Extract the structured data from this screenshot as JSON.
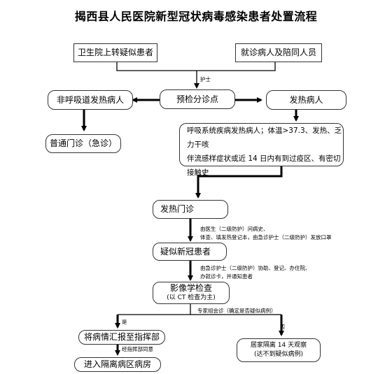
{
  "title": "揭西县人民医院新型冠状病毒感染患者处置流程",
  "nodes": {
    "health_center": "卫生院上转疑似患者",
    "visitors": "就诊病人及陪同人员",
    "triage": "预检分诊点",
    "non_resp_fever": "非呼吸道发热病人",
    "fever": "发热病人",
    "general_clinic": "普通门诊（急诊）",
    "criteria_line1": "呼吸系统疾病发热病人；体温>37.3、发热、乏力干咳",
    "criteria_line2": "伴流感样症状或近 14 日内有到过疫区、有密切接触史",
    "fever_clinic": "发热门诊",
    "suspected": "疑似新冠患者",
    "imaging": "影像学检查",
    "imaging_sub": "(以 CT 检查为主)",
    "report": "将病情汇报至指挥部",
    "isolation_ward": "进入隔离病区病房",
    "home_isolation_line1": "居家隔离 14 天观察",
    "home_isolation_line2": "(达不到疑似病例)"
  },
  "labels": {
    "nurse": "护士",
    "doctor_line1": "由医生（二级防护）问病史、",
    "doctor_line2": "体查、填发热登记本，由急诊护士（二级防护）发放口罩",
    "nurse_line1": "由急诊护士（二级防护）协助、登记、办住院、",
    "nurse_line2": "办就诊卡，并通知患者",
    "expert": "专家组会诊（确定是否疑似病例）",
    "yes": "是",
    "no": "否",
    "command": "经指挥部同意"
  }
}
